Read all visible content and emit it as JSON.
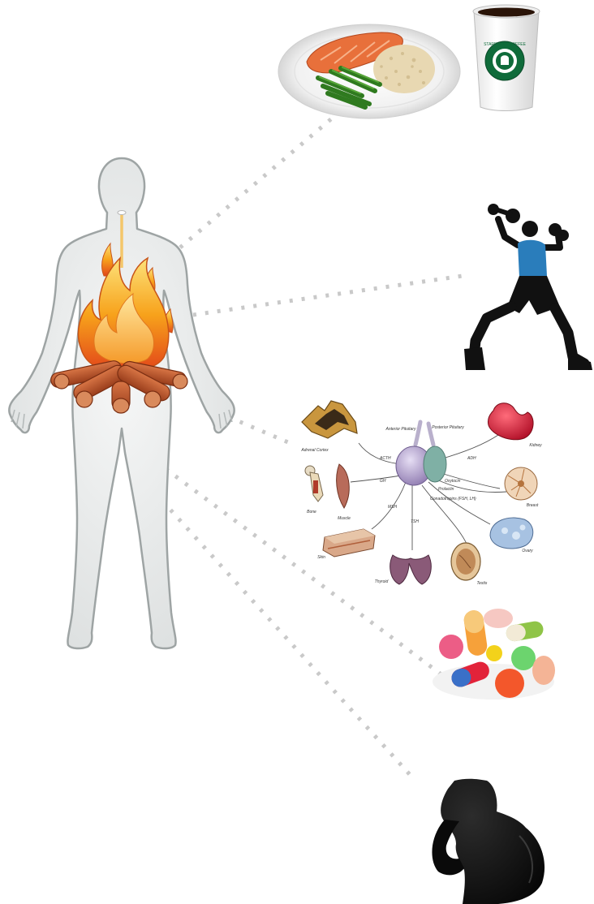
{
  "diagram": {
    "colors": {
      "body_fill": "#eceeee",
      "body_outline": "#9ea4a4",
      "connector_dots": "#c9c9c9",
      "flame_outer": "#f7a21b",
      "flame_inner": "#e85a12",
      "log": "#b9532a",
      "gland": "#8f7bb0",
      "gland_posterior": "#7fb0a5"
    },
    "connectors": [
      {
        "id": "food"
      },
      {
        "id": "exercise"
      },
      {
        "id": "hormones"
      },
      {
        "id": "supplements"
      },
      {
        "id": "pregnancy"
      }
    ],
    "food_panel": {
      "cup_logo_text": "STARBUCKS COFFEE"
    },
    "hormone_chart": {
      "gland_labels": {
        "anterior": "Anterior Pituitary",
        "posterior": "Posterior Pituitary"
      },
      "hormones": [
        "ACTH",
        "GH",
        "MSH",
        "TSH",
        "ADH",
        "Oxytocin",
        "Prolactin",
        "Gonadotropins (FSH, LH)"
      ],
      "targets": [
        "Adrenal Cortex",
        "Bone",
        "Muscle",
        "Skin",
        "Thyroid",
        "Testis",
        "Ovary",
        "Breast",
        "Kidney"
      ]
    }
  }
}
